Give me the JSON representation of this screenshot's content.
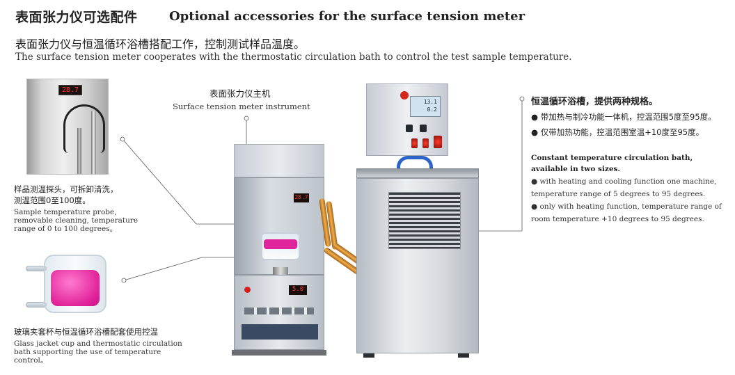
{
  "header": {
    "title_cn": "表面张力仪可选配件",
    "title_en": "Optional accessories for the surface tension meter",
    "intro_cn": "表面张力仪与恒温循环浴槽搭配工作，控制测试样品温度。",
    "intro_en": "The surface tension meter cooperates with the thermostatic circulation bath to control the test sample temperature."
  },
  "probe": {
    "display_value": "28.7",
    "label_cn_line1": "样品测温探头，可拆卸清洗，",
    "label_cn_line2": "测温范围0至100度。",
    "label_en_line1": "Sample temperature probe,",
    "label_en_line2": "removable cleaning, temperature",
    "label_en_line3": "range of 0 to 100 degrees。"
  },
  "cup": {
    "label_cn": "玻璃夹套杯与恒温循环浴槽配套使用控温",
    "label_en_line1": "Glass jacket cup and thermostatic circulation",
    "label_en_line2": "bath supporting the use of temperature control。"
  },
  "instrument": {
    "label_cn": "表面张力仪主机",
    "label_en": "Surface tension meter instrument",
    "window_display": "28.7",
    "panel_display": "5.0"
  },
  "bath": {
    "title_cn": "恒温循环浴槽，提供两种规格。",
    "item1_cn": "● 带加热与制冷功能一体机，控温范围5度至95度。",
    "item2_cn": "● 仅带加热功能，控温范围室温+10度至95度。",
    "title_en_line1": "Constant temperature circulation bath,",
    "title_en_line2": "available in two sizes.",
    "item1_en_line1": "● with heating and cooling function one machine,",
    "item1_en_line2": "temperature range of 5 degrees to 95 degrees.",
    "item2_en_line1": "● only with heating function, temperature range of",
    "item2_en_line2": "room temperature +10 degrees to 95 degrees.",
    "lcd_line1": "13.1",
    "lcd_line2": "0.2"
  },
  "colors": {
    "pink_liquid": "#e2249a",
    "red_display": "#ff3a2a",
    "blue_handle": "#2b63c9",
    "tube_orange": "#f0b04a"
  }
}
